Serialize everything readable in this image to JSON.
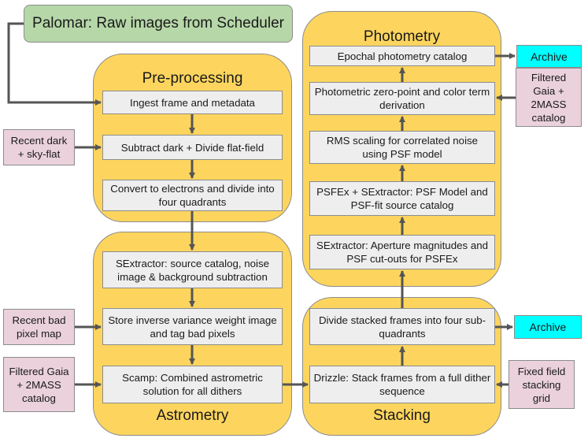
{
  "header": {
    "text": "Palomar: Raw images from Scheduler"
  },
  "preprocessing": {
    "title": "Pre-processing",
    "steps": [
      "Ingest frame and metadata",
      "Subtract dark + Divide flat-field",
      "Convert to electrons and divide into four quadrants"
    ]
  },
  "astrometry": {
    "title": "Astrometry",
    "steps": [
      "SExtractor: source catalog, noise image & background subtraction",
      "Store inverse variance weight image and tag bad pixels",
      "Scamp: Combined astrometric solution for all dithers"
    ]
  },
  "stacking": {
    "title": "Stacking",
    "steps": [
      "Divide stacked frames into four sub-quadrants",
      "Drizzle: Stack frames from a full dither sequence"
    ]
  },
  "photometry": {
    "title": "Photometry",
    "steps": [
      "Epochal photometry catalog",
      "Photometric zero-point and color term derivation",
      "RMS scaling for correlated noise using PSF model",
      "PSFEx + SExtractor: PSF Model and PSF-fit source catalog",
      "SExtractor: Aperture magnitudes and PSF cut-outs for PSFEx"
    ]
  },
  "inputs": {
    "dark_flat": "Recent dark + sky-flat",
    "bad_pixel": "Recent bad pixel map",
    "gaia_astrometry": "Filtered Gaia + 2MASS catalog",
    "fixed_grid": "Fixed field stacking grid",
    "gaia_photometry": "Filtered Gaia + 2MASS catalog"
  },
  "outputs": {
    "archive_photometry": "Archive",
    "archive_stacking": "Archive"
  },
  "colors": {
    "panel": "#fdd55e",
    "step": "#eeeeee",
    "input": "#ead1dc",
    "archive": "#00ffff",
    "header": "#b6d7a8",
    "arrow": "#555555"
  }
}
